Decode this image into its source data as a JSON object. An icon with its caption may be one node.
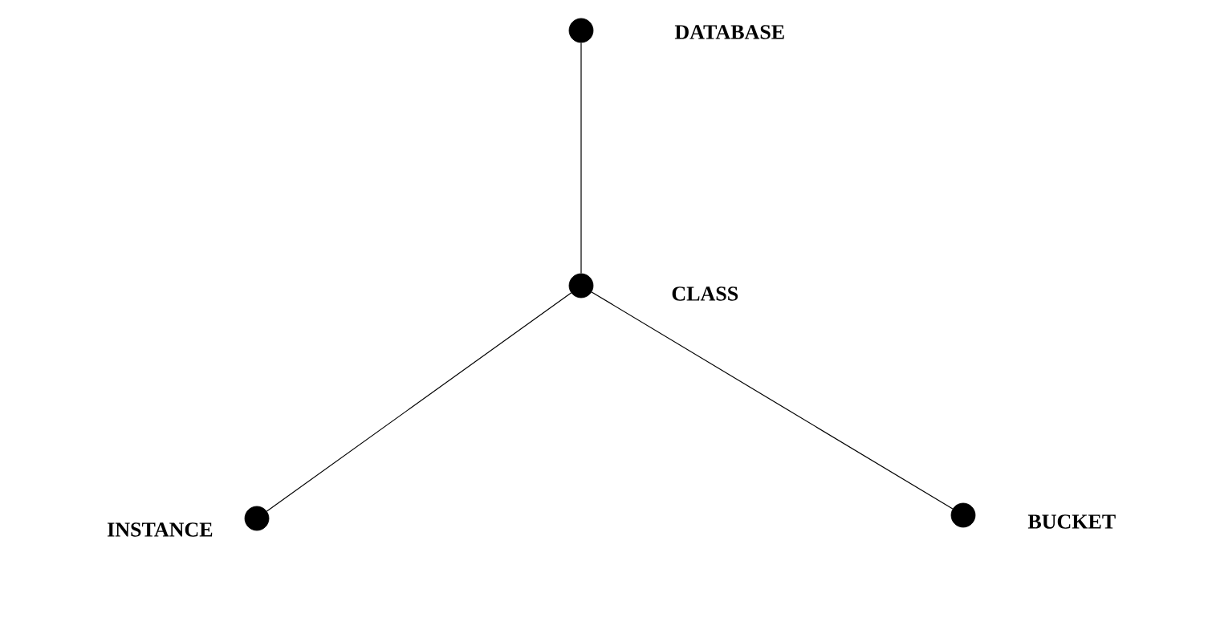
{
  "diagram": {
    "nodes": [
      {
        "text": [],
        "shape": "circle",
        "beside": [
          "DATABASE"
        ]
      },
      {
        "text": [],
        "shape": "circle",
        "beside": [
          "CLASS"
        ]
      },
      {
        "text": [],
        "shape": "circle",
        "beside": [
          "INSTANCE"
        ]
      },
      {
        "text": [],
        "shape": "circle",
        "beside": [
          "BUCKET"
        ]
      }
    ],
    "edges": [
      {
        "from": 0,
        "to": 1,
        "arrow": "none"
      },
      {
        "from": 1,
        "to": 2,
        "arrow": "none"
      },
      {
        "from": 1,
        "to": 3,
        "arrow": "none"
      }
    ]
  }
}
